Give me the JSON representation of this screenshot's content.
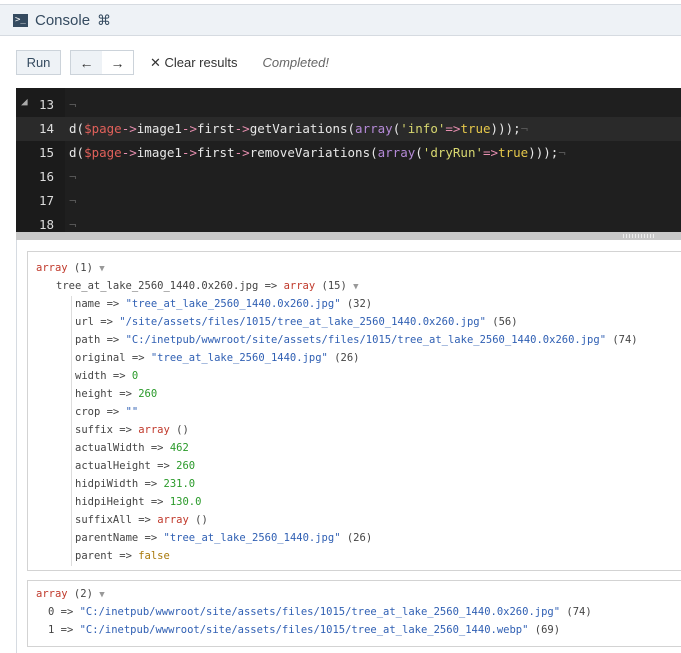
{
  "header": {
    "title": "Console",
    "shortcut": "⌘",
    "icon": "terminal-icon"
  },
  "toolbar": {
    "run": "Run",
    "back": "🡐",
    "forward": "🡒",
    "clear": "✕ Clear results",
    "status": "Completed!"
  },
  "editor": {
    "lines": [
      {
        "n": "13",
        "tokens": []
      },
      {
        "n": "14",
        "tokens": [
          [
            "d(",
            "#e8e8e8"
          ],
          [
            "$page",
            "#e0605a"
          ],
          [
            "->",
            "#e88fb0"
          ],
          [
            "image1",
            "#e8e8e8"
          ],
          [
            "->",
            "#e88fb0"
          ],
          [
            "first",
            "#e8e8e8"
          ],
          [
            "->",
            "#e88fb0"
          ],
          [
            "getVariations(",
            "#e8e8e8"
          ],
          [
            "array",
            "#b58ad8"
          ],
          [
            "(",
            "#e8e8e8"
          ],
          [
            "'info'",
            "#d8d870"
          ],
          [
            "=>",
            "#e88fb0"
          ],
          [
            "true",
            "#e6c84a"
          ],
          [
            ")));",
            "#e8e8e8"
          ]
        ]
      },
      {
        "n": "15",
        "tokens": [
          [
            "d(",
            "#e8e8e8"
          ],
          [
            "$page",
            "#e0605a"
          ],
          [
            "->",
            "#e88fb0"
          ],
          [
            "image1",
            "#e8e8e8"
          ],
          [
            "->",
            "#e88fb0"
          ],
          [
            "first",
            "#e8e8e8"
          ],
          [
            "->",
            "#e88fb0"
          ],
          [
            "removeVariations(",
            "#e8e8e8"
          ],
          [
            "array",
            "#b58ad8"
          ],
          [
            "(",
            "#e8e8e8"
          ],
          [
            "'dryRun'",
            "#d8d870"
          ],
          [
            "=>",
            "#e88fb0"
          ],
          [
            "true",
            "#e6c84a"
          ],
          [
            ")));",
            "#e8e8e8"
          ]
        ]
      },
      {
        "n": "16",
        "tokens": []
      },
      {
        "n": "17",
        "tokens": []
      },
      {
        "n": "18",
        "tokens": []
      }
    ]
  },
  "output1": {
    "rows": [
      {
        "indent": 0,
        "parts": [
          [
            "array",
            "arr"
          ],
          [
            " (1) ",
            "cnt"
          ],
          [
            "▼",
            "tri"
          ]
        ]
      },
      {
        "indent": 1,
        "parts": [
          [
            "tree_at_lake_2560_1440.0x260.jpg => ",
            "k"
          ],
          [
            "array",
            "arr"
          ],
          [
            " (15) ",
            "cnt"
          ],
          [
            "▼",
            "tri"
          ]
        ]
      },
      {
        "indent": 2,
        "parts": [
          [
            "name => ",
            "k"
          ],
          [
            "\"tree_at_lake_2560_1440.0x260.jpg\"",
            "str"
          ],
          [
            " (32)",
            "cnt"
          ]
        ]
      },
      {
        "indent": 2,
        "parts": [
          [
            "url => ",
            "k"
          ],
          [
            "\"/site/assets/files/1015/tree_at_lake_2560_1440.0x260.jpg\"",
            "str"
          ],
          [
            " (56)",
            "cnt"
          ]
        ]
      },
      {
        "indent": 2,
        "parts": [
          [
            "path => ",
            "k"
          ],
          [
            "\"C:/inetpub/wwwroot/site/assets/files/1015/tree_at_lake_2560_1440.0x260.jpg\"",
            "str"
          ],
          [
            " (74)",
            "cnt"
          ]
        ]
      },
      {
        "indent": 2,
        "parts": [
          [
            "original => ",
            "k"
          ],
          [
            "\"tree_at_lake_2560_1440.jpg\"",
            "str"
          ],
          [
            " (26)",
            "cnt"
          ]
        ]
      },
      {
        "indent": 2,
        "parts": [
          [
            "width => ",
            "k"
          ],
          [
            "0",
            "num"
          ]
        ]
      },
      {
        "indent": 2,
        "parts": [
          [
            "height => ",
            "k"
          ],
          [
            "260",
            "num"
          ]
        ]
      },
      {
        "indent": 2,
        "parts": [
          [
            "crop => ",
            "k"
          ],
          [
            "\"\"",
            "str"
          ]
        ]
      },
      {
        "indent": 2,
        "parts": [
          [
            "suffix => ",
            "k"
          ],
          [
            "array",
            "arr"
          ],
          [
            " ()",
            "cnt"
          ]
        ]
      },
      {
        "indent": 2,
        "parts": [
          [
            "actualWidth => ",
            "k"
          ],
          [
            "462",
            "num"
          ]
        ]
      },
      {
        "indent": 2,
        "parts": [
          [
            "actualHeight => ",
            "k"
          ],
          [
            "260",
            "num"
          ]
        ]
      },
      {
        "indent": 2,
        "parts": [
          [
            "hidpiWidth => ",
            "k"
          ],
          [
            "231.0",
            "num"
          ]
        ]
      },
      {
        "indent": 2,
        "parts": [
          [
            "hidpiHeight => ",
            "k"
          ],
          [
            "130.0",
            "num"
          ]
        ]
      },
      {
        "indent": 2,
        "parts": [
          [
            "suffixAll => ",
            "k"
          ],
          [
            "array",
            "arr"
          ],
          [
            " ()",
            "cnt"
          ]
        ]
      },
      {
        "indent": 2,
        "parts": [
          [
            "parentName => ",
            "k"
          ],
          [
            "\"tree_at_lake_2560_1440.jpg\"",
            "str"
          ],
          [
            " (26)",
            "cnt"
          ]
        ]
      },
      {
        "indent": 2,
        "parts": [
          [
            "parent => ",
            "k"
          ],
          [
            "false",
            "bool"
          ]
        ]
      }
    ]
  },
  "output2": {
    "rows": [
      {
        "indent": 0,
        "parts": [
          [
            "array",
            "arr"
          ],
          [
            " (2) ",
            "cnt"
          ],
          [
            "▼",
            "tri"
          ]
        ]
      },
      {
        "indent": 1,
        "parts": [
          [
            "0 => ",
            "k"
          ],
          [
            "\"C:/inetpub/wwwroot/site/assets/files/1015/tree_at_lake_2560_1440.0x260.jpg\"",
            "str"
          ],
          [
            " (74)",
            "cnt"
          ]
        ]
      },
      {
        "indent": 1,
        "parts": [
          [
            "1 => ",
            "k"
          ],
          [
            "\"C:/inetpub/wwwroot/site/assets/files/1015/tree_at_lake_2560_1440.webp\"",
            "str"
          ],
          [
            " (69)",
            "cnt"
          ]
        ]
      }
    ]
  }
}
